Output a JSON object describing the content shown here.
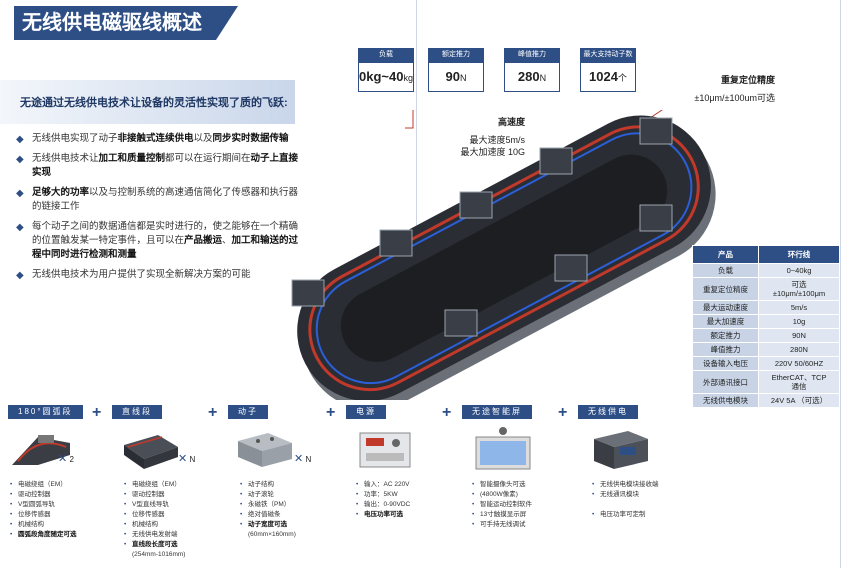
{
  "title": "无线供电磁驱线概述",
  "intro": "无途通过无线供电技术让设备的灵活性实现了质的飞跃:",
  "bullets": [
    {
      "pre": "无线供电实现了动子",
      "b1": "非接触式连续供电",
      "mid": "以及",
      "b2": "同步实时数据传输",
      "post": ""
    },
    {
      "pre": "无线供电技术让",
      "b1": "加工和质量控制",
      "mid": "都可以在运行期间在",
      "b2": "动子上直接实现",
      "post": ""
    },
    {
      "pre": "",
      "b1": "足够大的功率",
      "mid": "以及与控制系统的高速通信简化了传感器和执行器的链接工作",
      "b2": "",
      "post": ""
    },
    {
      "pre": "每个动子之间的数据通信都是实时进行的，使之能够在一个精确的位置触发某一特定事件，且可以在",
      "b1": "产品搬运",
      "mid": "、",
      "b2": "加工和输送的过程中同时进行检测和测量",
      "post": ""
    },
    {
      "pre": "无线供电技术为用户提供了实现全新解决方案的可能",
      "b1": "",
      "mid": "",
      "b2": "",
      "post": ""
    }
  ],
  "specs": [
    {
      "label": "负载",
      "value": "0kg~40",
      "unit": "kg"
    },
    {
      "label": "额定推力",
      "value": "90",
      "unit": "N"
    },
    {
      "label": "峰值推力",
      "value": "280",
      "unit": "N"
    },
    {
      "label": "最大支持动子数",
      "value": "1024",
      "unit": "个"
    }
  ],
  "callouts": {
    "precision_head": "重复定位精度",
    "precision_val": "±10μm/±100um可选",
    "speed_head": "高速度",
    "speed_l1": "最大速度5m/s",
    "speed_l2": "最大加速度 10G"
  },
  "table": {
    "headers": [
      "产品",
      "环行线"
    ],
    "rows": [
      [
        "负载",
        "0~40kg"
      ],
      [
        "重复定位精度",
        "可选\n±10μm/±100μm"
      ],
      [
        "最大运动速度",
        "5m/s"
      ],
      [
        "最大加速度",
        "10g"
      ],
      [
        "额定推力",
        "90N"
      ],
      [
        "峰值推力",
        "280N"
      ],
      [
        "设备输入电压",
        "220V 50/60HZ"
      ],
      [
        "外部通讯接口",
        "EtherCAT、TCP\n通信"
      ],
      [
        "无线供电模块",
        "24V   5A （可选）"
      ]
    ]
  },
  "products": [
    {
      "name": "180°圆弧段",
      "mult": "2",
      "items": [
        "电磁绕组（EM）",
        "驱动控制器",
        "V型圆弧导轨",
        "位移传感器",
        "机械结构"
      ],
      "bold": "圆弧段角度随定可选"
    },
    {
      "name": "直线段",
      "mult": "N",
      "items": [
        "电磁绕组（EM）",
        "驱动控制器",
        "V型直线导轨",
        "位移传感器",
        "机械结构",
        "无线供电发射端"
      ],
      "bold": "直线段长度可选",
      "note": "(254mm-1016mm)"
    },
    {
      "name": "动子",
      "mult": "N",
      "items": [
        "动子结构",
        "动子滚轮",
        "永磁铁（PM）",
        "绝对值磁条"
      ],
      "bold": "动子宽度可选",
      "note": "(60mm×160mm)"
    },
    {
      "name": "电源",
      "items": [
        "输入：AC 220V",
        "功率：5KW",
        "输出：0-90VDC"
      ],
      "bold": "电压功率可选"
    },
    {
      "name": "无途智能屏",
      "items": [
        "智能摄像头可选",
        "(4800W像素)",
        "智能运动控制软件",
        "13寸触摸显示屏",
        "可手持无线调试"
      ]
    },
    {
      "name": "无线供电",
      "items": [
        "无线供电模块接收端",
        "无线通讯模块",
        "",
        "电压功率可定制"
      ]
    }
  ],
  "colors": {
    "accent": "#2e4f86",
    "track_stripe": "#c0392b",
    "track_stripe2": "#2b5fd9"
  }
}
